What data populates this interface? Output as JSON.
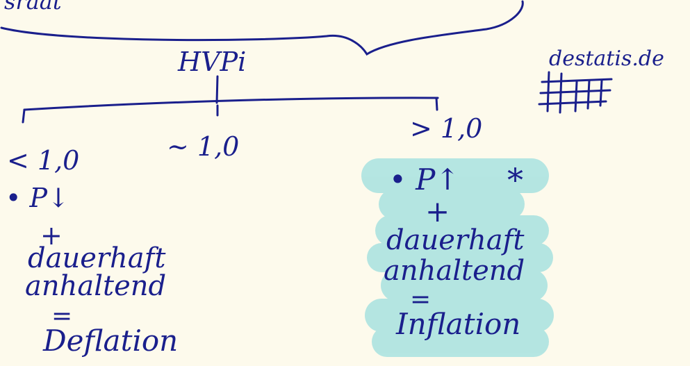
{
  "notes": {
    "top_text": "sraat",
    "hvpi_label": "HVPi",
    "website": "destatis.de",
    "scale": {
      "left_label": "< 1,0",
      "center_label": "~ 1,0",
      "right_label": "> 1,0"
    },
    "left_column": {
      "bullet": "• P↓",
      "plus": "+",
      "line1": "dauerhaft",
      "line2": "anhaltend",
      "equals": "=",
      "result": "Deflation"
    },
    "right_column": {
      "bullet": "• P↑",
      "star": "*",
      "plus": "+",
      "line1": "dauerhaft",
      "line2": "anhaltend",
      "equals": "=",
      "result": "Inflation"
    }
  },
  "colors": {
    "background": "#fdfaec",
    "ink": "#1a1f8c",
    "highlight": "#a8e2e0"
  }
}
